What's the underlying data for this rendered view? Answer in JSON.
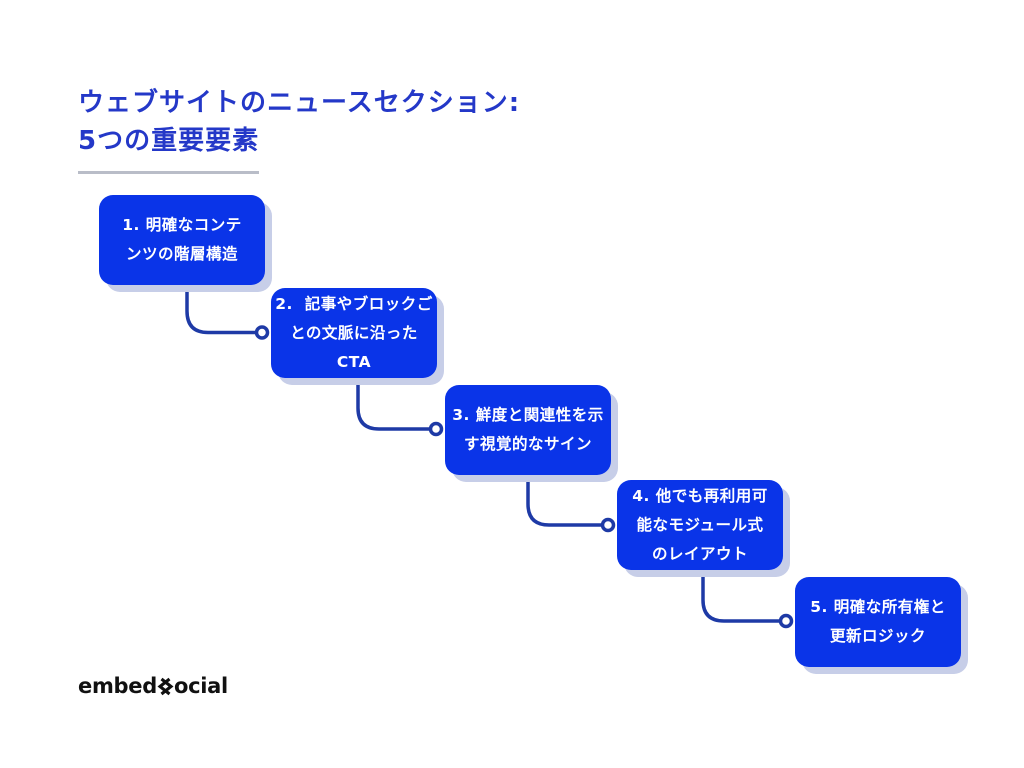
{
  "title": {
    "line1": "ウェブサイトのニュースセクション:",
    "line2": "5つの重要要素"
  },
  "steps": [
    {
      "id": "1",
      "lines": [
        "1. 明確なコンテ",
        "ンツの階層構造"
      ]
    },
    {
      "id": "2",
      "lines": [
        "2.  記事やブロックご",
        "との文脈に沿った",
        "CTA"
      ]
    },
    {
      "id": "3",
      "lines": [
        "3. 鮮度と関連性を示",
        "す視覚的なサイン"
      ]
    },
    {
      "id": "4",
      "lines": [
        "4. 他でも再利用可",
        "能なモジュール式",
        "のレイアウト"
      ]
    },
    {
      "id": "5",
      "lines": [
        "5. 明確な所有権と",
        "更新ロジック"
      ]
    }
  ],
  "logo": {
    "prefix": "embed",
    "suffix": "ocial",
    "glyph": "chevron-diamond-s-icon"
  },
  "colors": {
    "title-color": "#2438c8",
    "underline-color": "#b9bdc8",
    "box-fill": "#0a34e8",
    "box-shadow-color": "#c7cee8",
    "box-text": "#ffffff",
    "connector-color": "#1e3aa6",
    "logo-color": "#111111"
  }
}
